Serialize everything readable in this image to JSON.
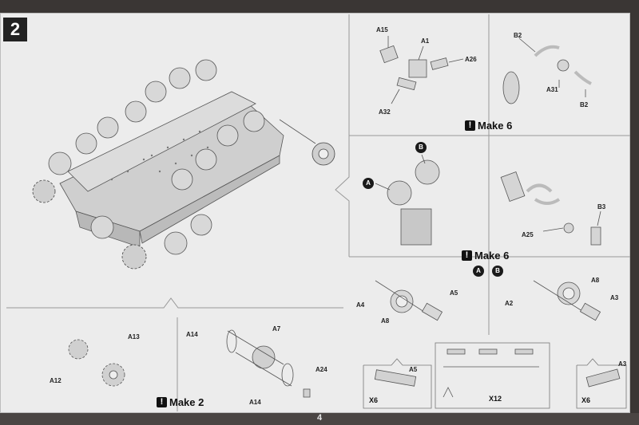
{
  "step_number": "2",
  "page_number": "4",
  "make_main_labels": {
    "make6_top": "Make 6",
    "make6_mid": "Make 6",
    "make2": "Make 2"
  },
  "make_bang": "!",
  "circle_a": "A",
  "circle_b": "B",
  "parts": {
    "a15": "A15",
    "a1": "A1",
    "a26": "A26",
    "a32": "A32",
    "b2_top": "B2",
    "a31": "A31",
    "b2_bottom": "B2",
    "b3": "B3",
    "a25": "A25",
    "a4": "A4",
    "a5_mid": "A5",
    "a8_left": "A8",
    "a2": "A2",
    "a8_right": "A8",
    "a3_mid": "A3",
    "a13": "A13",
    "a12": "A12",
    "a14_top": "A14",
    "a7": "A7",
    "a24": "A24",
    "a14_bottom": "A14",
    "a5_box": "A5",
    "a3_box": "A3"
  },
  "counts": {
    "x6_left": "X6",
    "x12": "X12",
    "x6_right": "X6"
  }
}
